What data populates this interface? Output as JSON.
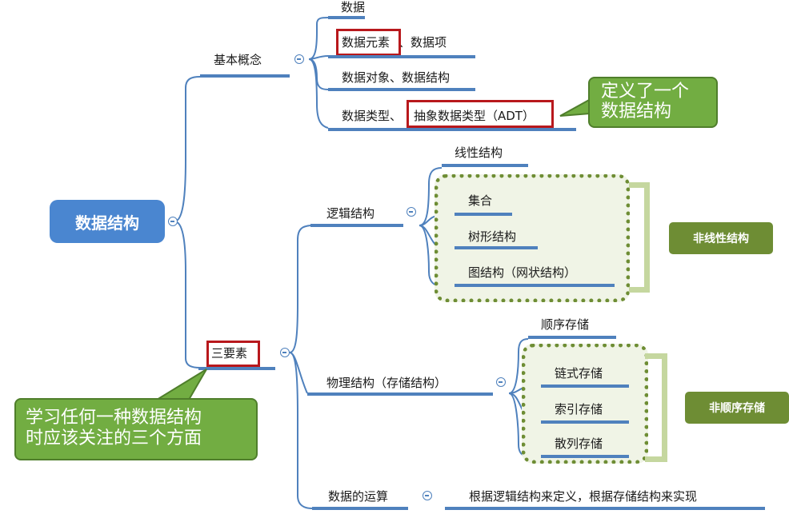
{
  "root": {
    "label": "数据结构"
  },
  "branches": {
    "basic": {
      "label": "基本概念",
      "items": [
        "数据",
        "数据元素",
        "、数据项",
        "数据对象、数据结构",
        "数据类型、",
        "抽象数据类型（ADT）"
      ]
    },
    "three": {
      "label": "三要素",
      "logical": {
        "label": "逻辑结构",
        "items": [
          "线性结构",
          "集合",
          "树形结构",
          "图结构（网状结构）"
        ],
        "tag": "非线性结构"
      },
      "physical": {
        "label": "物理结构（存储结构）",
        "items": [
          "顺序存储",
          "链式存储",
          "索引存储",
          "散列存储"
        ],
        "tag": "非顺序存储"
      },
      "ops": {
        "label": "数据的运算",
        "detail": "根据逻辑结构来定义，根据存储结构来实现"
      }
    }
  },
  "callouts": {
    "adt": {
      "line1": "定义了一个",
      "line2": "数据结构"
    },
    "three": {
      "line1": "学习任何一种数据结构",
      "line2": "时应该关注的三个方面"
    }
  },
  "colors": {
    "accent": "#4a86d0",
    "line": "#4f81bd",
    "highlight": "#b8181c",
    "group": "#6e8d34",
    "callout": "#72ad42"
  }
}
